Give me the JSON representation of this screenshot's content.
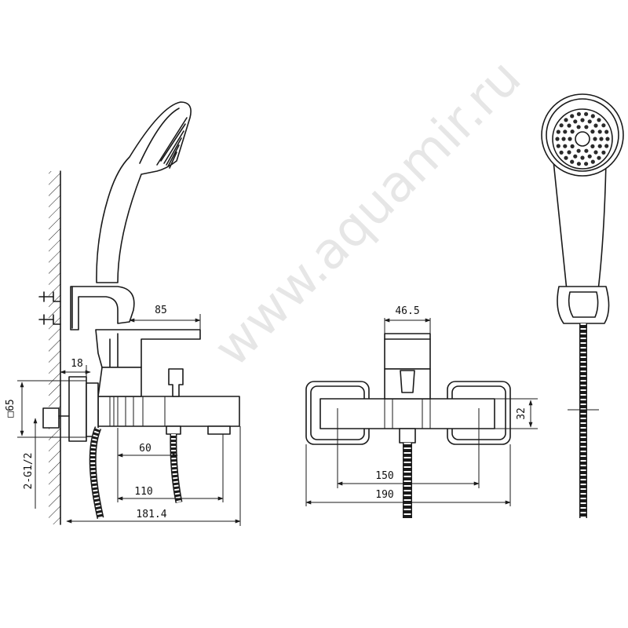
{
  "watermark": "www.aquamir.ru",
  "dimensions": {
    "side": {
      "spout_reach": "85",
      "wall_offset": "18",
      "body_square": "□65",
      "inlet_thread": "2-G1/2",
      "diverter_distance": "60",
      "outlet_distance": "110",
      "total_depth": "181.4"
    },
    "front": {
      "handle_width": "46.5",
      "body_height": "32",
      "inlet_spacing": "150",
      "total_width": "190"
    }
  }
}
